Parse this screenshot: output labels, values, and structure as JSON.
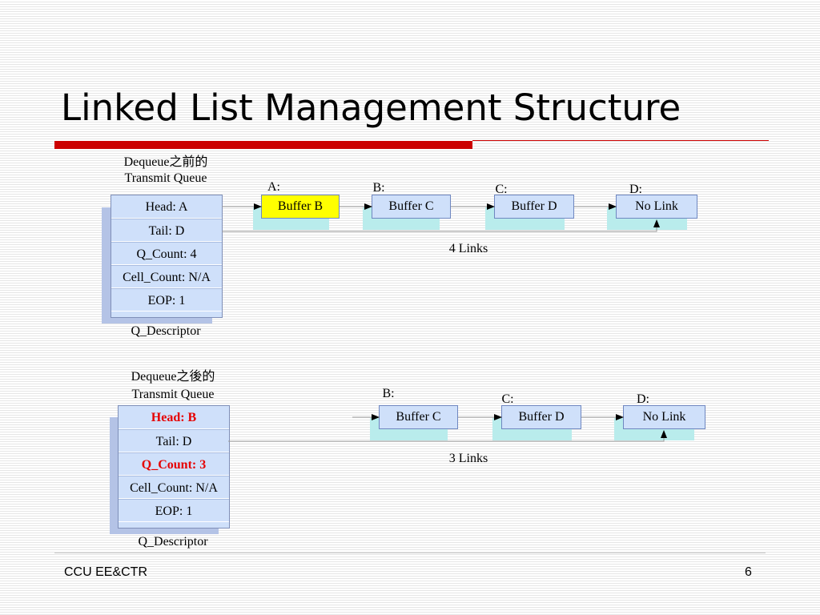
{
  "slide": {
    "title": "Linked List Management Structure",
    "footer_left": "CCU EE&CTR",
    "page_number": "6"
  },
  "colors": {
    "title_bar": "#cc0000",
    "descriptor_fill": "#cfe0fa",
    "highlight_text": "#e60000",
    "highlight_buffer": "#ffff00",
    "buffer_shadow": "#b9ecec"
  },
  "before": {
    "caption_line1": "Dequeue之前的",
    "caption_line2": "Transmit Queue",
    "descriptor_label": "Q_Descriptor",
    "fields": [
      "Head: A",
      "Tail: D",
      "Q_Count: 4",
      "Cell_Count: N/A",
      "EOP: 1"
    ],
    "buffers": [
      {
        "tag": "A:",
        "label": "Buffer B"
      },
      {
        "tag": "B:",
        "label": "Buffer C"
      },
      {
        "tag": "C:",
        "label": "Buffer D"
      },
      {
        "tag": "D:",
        "label": "No  Link"
      }
    ],
    "links_label": "4 Links"
  },
  "after": {
    "caption_line1": "Dequeue之後的",
    "caption_line2": "Transmit Queue",
    "descriptor_label": "Q_Descriptor",
    "fields": [
      "Head: B",
      "Tail: D",
      "Q_Count: 3",
      "Cell_Count: N/A",
      "EOP: 1"
    ],
    "buffers": [
      {
        "tag": "B:",
        "label": "Buffer C"
      },
      {
        "tag": "C:",
        "label": "Buffer D"
      },
      {
        "tag": "D:",
        "label": "No  Link"
      }
    ],
    "links_label": "3 Links"
  }
}
